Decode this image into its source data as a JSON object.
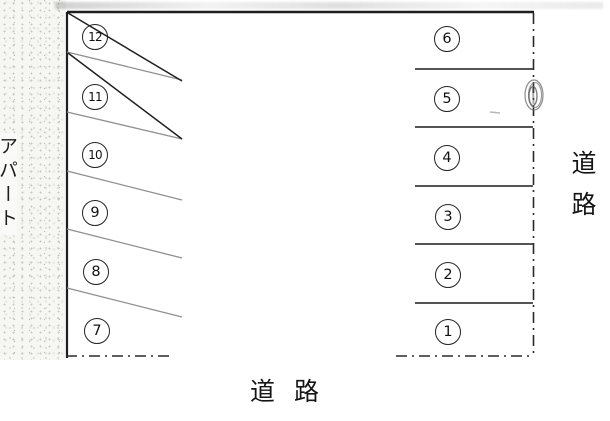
{
  "diagram": {
    "type": "parking-lot-layout",
    "building_label": "アパート",
    "roads": {
      "right": "道路",
      "bottom": "道路"
    },
    "parking_spaces": {
      "left_column": [
        "12",
        "11",
        "10",
        "9",
        "8",
        "7"
      ],
      "right_column": [
        "6",
        "5",
        "4",
        "3",
        "2",
        "1"
      ]
    },
    "struck_spaces": [
      "12",
      "11"
    ],
    "colors": {
      "outline": "#1f1f1f",
      "divider_gray": "#8f8f8f",
      "divider_dark": "#3d3d3d",
      "building_texture": "#e8e7e3"
    }
  }
}
